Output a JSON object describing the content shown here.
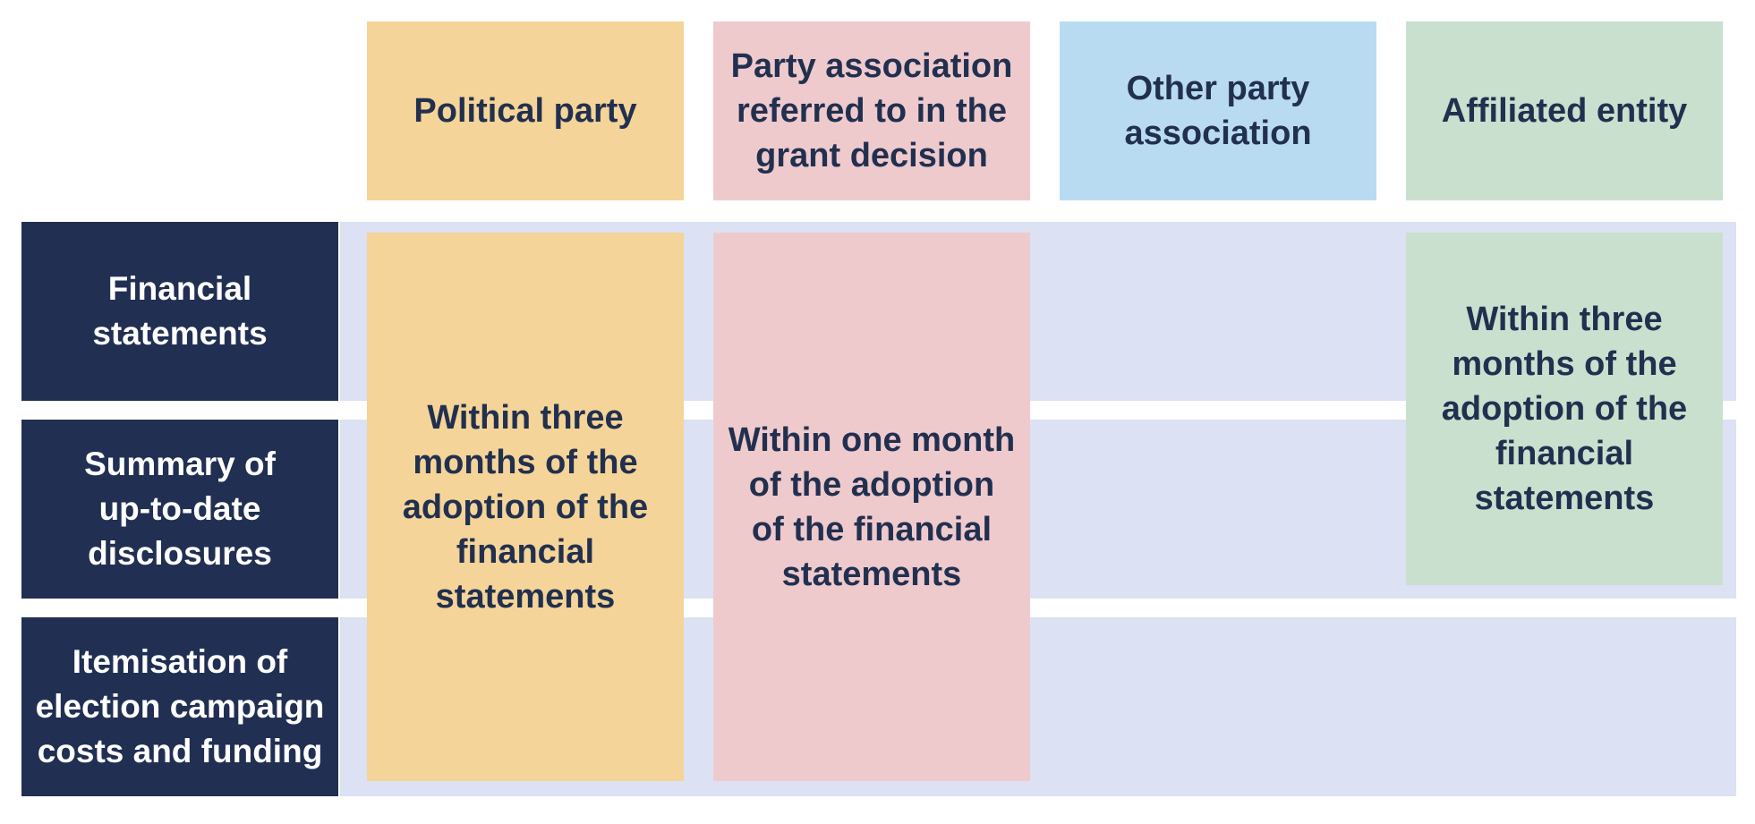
{
  "colors": {
    "navy": "#212f52",
    "text": "#22304f",
    "band": "#dce1f3",
    "political_party": "#f4d498",
    "party_association": "#eecacd",
    "other_party_association": "#b9dbf1",
    "affiliated_entity": "#c9e0ce"
  },
  "columns": [
    {
      "label": "Political party"
    },
    {
      "label": "Party association\nreferred to in the\ngrant decision"
    },
    {
      "label": "Other party\nassociation"
    },
    {
      "label": "Affiliated entity"
    }
  ],
  "rows": [
    {
      "label": "Financial\nstatements"
    },
    {
      "label": "Summary of\nup-to-date\ndisclosures"
    },
    {
      "label": "Itemisation of\nelection campaign\ncosts and funding"
    }
  ],
  "cells": {
    "political_party": "Within three\nmonths of the\nadoption of the\nfinancial\nstatements",
    "party_association": "Within one month\nof the adoption\nof the financial\nstatements",
    "affiliated_entity": "Within three\nmonths of the\nadoption of the\nfinancial\nstatements"
  }
}
